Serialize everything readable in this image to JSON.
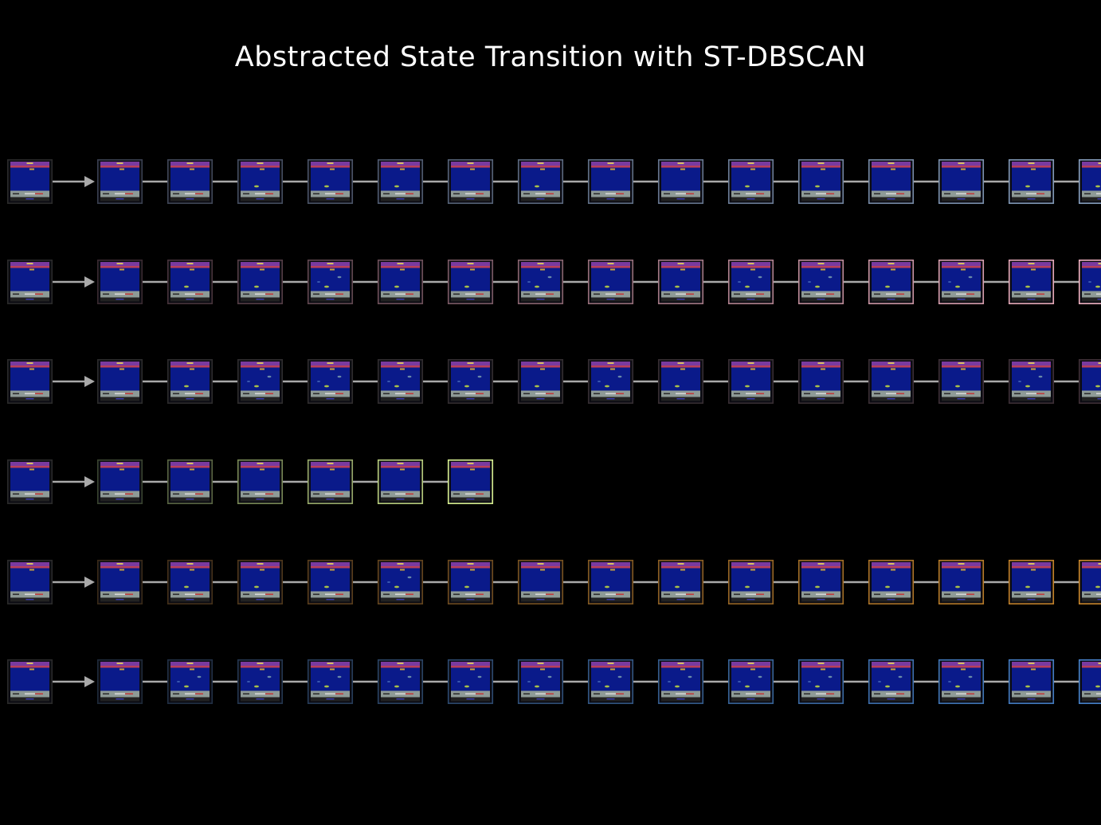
{
  "title": "Abstracted State Transition with ST-DBSCAN",
  "colors": {
    "background": "#000000",
    "connector": "#a9a9a9",
    "start_frame_border": "#2a2a2a"
  },
  "frame_style": {
    "screen": "#0a1a8a",
    "top_bar": "#7a3aa0",
    "top_band": "#b83f5a",
    "seabed": "#8e9a96",
    "bottom_bar": "#222222",
    "score": "#d8c060"
  },
  "rows": [
    {
      "name": "transition-row-1",
      "frame_count": 16,
      "clipped": true,
      "border_from": "#3a4050",
      "border_to": "#8ea8c8",
      "features": [
        [
          1,
          0
        ],
        [
          1,
          0
        ],
        [
          1,
          1
        ],
        [
          1,
          1
        ],
        [
          1,
          1
        ],
        [
          1,
          0
        ],
        [
          1,
          1
        ],
        [
          1,
          0
        ],
        [
          1,
          0
        ],
        [
          1,
          1
        ],
        [
          1,
          1
        ],
        [
          1,
          0
        ],
        [
          1,
          0
        ],
        [
          1,
          1
        ],
        [
          1,
          1
        ],
        [
          0,
          1
        ]
      ]
    },
    {
      "name": "transition-row-2",
      "frame_count": 15,
      "clipped": false,
      "border_from": "#3a2a30",
      "border_to": "#f4b4c4",
      "features": [
        [
          1,
          0
        ],
        [
          1,
          1
        ],
        [
          1,
          1
        ],
        [
          1,
          2
        ],
        [
          1,
          1
        ],
        [
          1,
          1
        ],
        [
          1,
          2
        ],
        [
          1,
          1
        ],
        [
          1,
          1
        ],
        [
          1,
          2
        ],
        [
          1,
          2
        ],
        [
          1,
          1
        ],
        [
          1,
          2
        ],
        [
          1,
          1
        ],
        [
          1,
          2
        ]
      ]
    },
    {
      "name": "transition-row-3",
      "frame_count": 16,
      "clipped": true,
      "border_from": "#2c2c2c",
      "border_to": "#403038",
      "features": [
        [
          1,
          0
        ],
        [
          1,
          1
        ],
        [
          1,
          2
        ],
        [
          1,
          2
        ],
        [
          1,
          2
        ],
        [
          1,
          2
        ],
        [
          1,
          1
        ],
        [
          1,
          2
        ],
        [
          1,
          1
        ],
        [
          1,
          1
        ],
        [
          1,
          1
        ],
        [
          1,
          1
        ],
        [
          1,
          1
        ],
        [
          1,
          2
        ],
        [
          1,
          1
        ],
        [
          1,
          1
        ]
      ]
    },
    {
      "name": "transition-row-4",
      "frame_count": 6,
      "clipped": false,
      "border_from": "#3a4430",
      "border_to": "#d8f090",
      "features": [
        [
          1,
          0
        ],
        [
          1,
          0
        ],
        [
          1,
          0
        ],
        [
          1,
          0
        ],
        [
          1,
          0
        ],
        [
          1,
          0
        ]
      ]
    },
    {
      "name": "transition-row-5",
      "frame_count": 16,
      "clipped": true,
      "border_from": "#3a2a18",
      "border_to": "#d8902c",
      "features": [
        [
          1,
          0
        ],
        [
          1,
          1
        ],
        [
          1,
          1
        ],
        [
          1,
          1
        ],
        [
          1,
          2
        ],
        [
          1,
          1
        ],
        [
          1,
          0
        ],
        [
          1,
          1
        ],
        [
          1,
          1
        ],
        [
          1,
          1
        ],
        [
          1,
          1
        ],
        [
          1,
          1
        ],
        [
          1,
          1
        ],
        [
          1,
          1
        ],
        [
          1,
          1
        ],
        [
          0,
          1
        ]
      ]
    },
    {
      "name": "transition-row-6",
      "frame_count": 16,
      "clipped": true,
      "border_from": "#1e2a3a",
      "border_to": "#4a8ad8",
      "features": [
        [
          1,
          0
        ],
        [
          1,
          2
        ],
        [
          1,
          2
        ],
        [
          1,
          2
        ],
        [
          1,
          2
        ],
        [
          1,
          2
        ],
        [
          1,
          2
        ],
        [
          1,
          2
        ],
        [
          1,
          2
        ],
        [
          1,
          2
        ],
        [
          1,
          2
        ],
        [
          1,
          2
        ],
        [
          1,
          2
        ],
        [
          1,
          1
        ],
        [
          1,
          1
        ],
        [
          0,
          1
        ]
      ]
    }
  ]
}
